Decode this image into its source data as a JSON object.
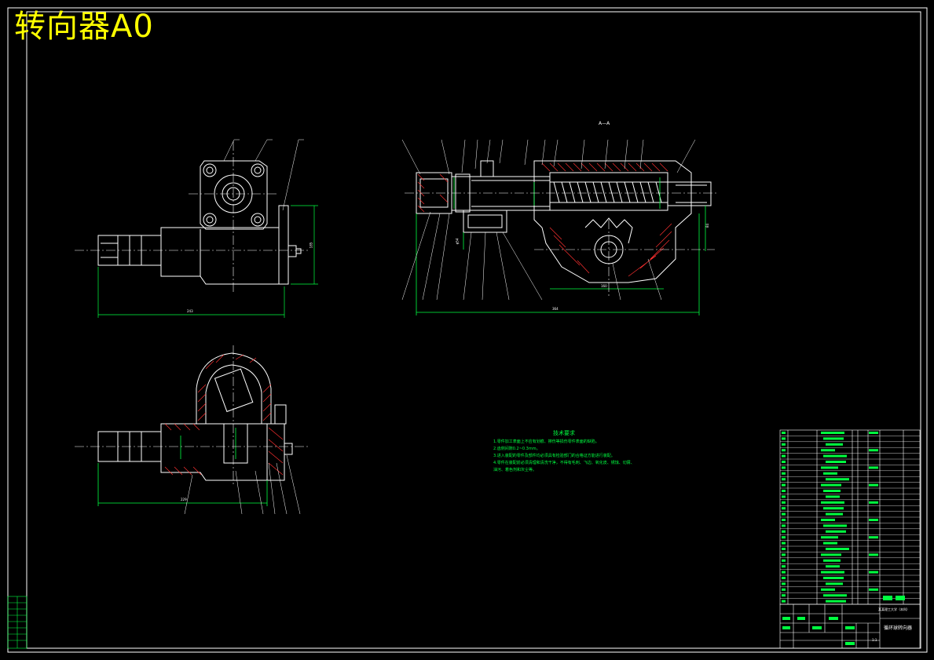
{
  "drawing": {
    "title": "转向器A0",
    "section_label": "A—A",
    "tech_requirements": {
      "heading": "技术要求",
      "items": [
        "1.零件加工表面上不应有划痕、擦伤等损伤零件表面的缺陷。",
        "2.齿侧间隙0.2~0.3mm。",
        "3.进入装配的零件及部件均必须具有检验部门的合格证方能进行装配。",
        "4.零件在装配前必须清理和清洗干净，不得有毛刺、飞边、氧化皮、锈蚀、切屑、油污、着色剂和灰尘等。"
      ]
    },
    "dimensions": {
      "top_left_width": "243",
      "top_left_height": "185",
      "section_length": "364",
      "section_inner": "160",
      "section_height_left": "φ54",
      "section_height_right": "84",
      "bottom_width": "229"
    },
    "title_block": {
      "drawing_name": "循环球转向器",
      "school": "某某理工大学（本科）",
      "scale": "1:1"
    },
    "colors": {
      "background": "#000000",
      "outline": "#ffffff",
      "title": "#ffff00",
      "dimension": "#00ff40",
      "hatch": "#ff3030",
      "centerline": "#ffffff"
    }
  }
}
